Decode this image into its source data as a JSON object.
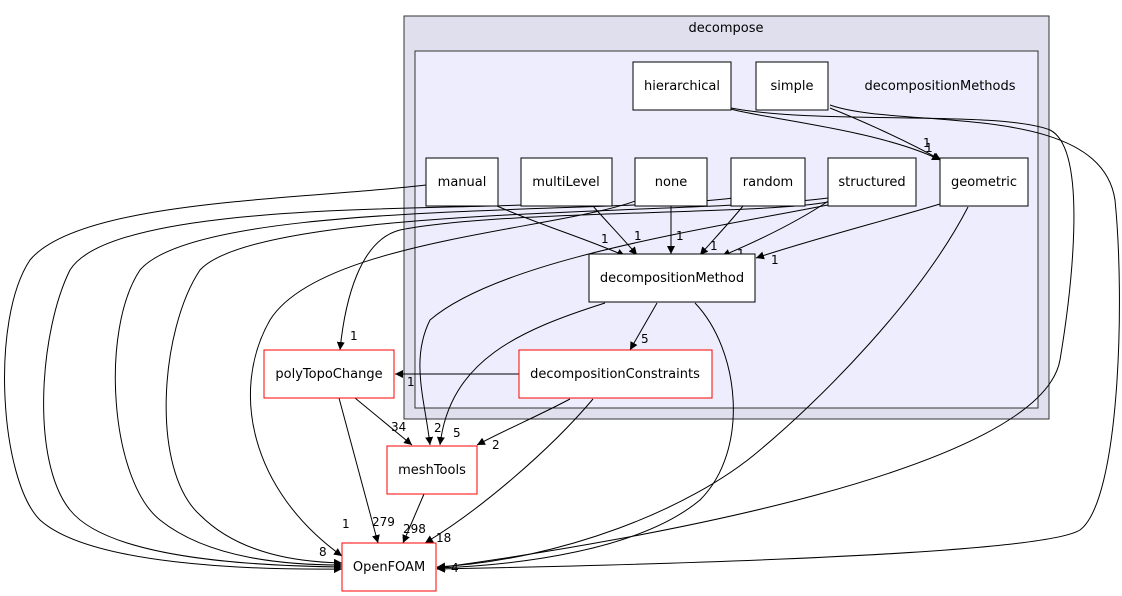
{
  "clusters": {
    "outer": {
      "label": "decompose",
      "fill": "#dfdfed",
      "stroke": "#333333"
    },
    "inner": {
      "label": "decompositionMethods",
      "fill": "#ededfd",
      "stroke": "#333333"
    }
  },
  "nodes": {
    "hierarchical": {
      "label": "hierarchical",
      "border": "#000000"
    },
    "simple": {
      "label": "simple",
      "border": "#000000"
    },
    "manual": {
      "label": "manual",
      "border": "#000000"
    },
    "multiLevel": {
      "label": "multiLevel",
      "border": "#000000"
    },
    "none": {
      "label": "none",
      "border": "#000000"
    },
    "random": {
      "label": "random",
      "border": "#000000"
    },
    "structured": {
      "label": "structured",
      "border": "#000000"
    },
    "geometric": {
      "label": "geometric",
      "border": "#000000"
    },
    "decompositionMethod": {
      "label": "decompositionMethod",
      "border": "#000000"
    },
    "decompositionConstraints": {
      "label": "decompositionConstraints",
      "border": "#ff0000"
    },
    "polyTopoChange": {
      "label": "polyTopoChange",
      "border": "#ff0000"
    },
    "meshTools": {
      "label": "meshTools",
      "border": "#ff0000"
    },
    "OpenFOAM": {
      "label": "OpenFOAM",
      "border": "#ff0000"
    }
  },
  "edge_labels": {
    "hierarchical_geometric": "1",
    "simple_geometric": "1",
    "manual_dm": "1",
    "multiLevel_dm": "1",
    "none_dm": "1",
    "random_dm": "1",
    "structured_dm": "1",
    "geometric_dm": "1",
    "structured_polyTopo": "1",
    "dm_dc": "5",
    "dc_polyTopo": "1",
    "polyTopo_meshTools": "34",
    "structured_meshTools": "2",
    "dm_meshTools": "5",
    "dc_meshTools": "2",
    "polyTopo_OpenFOAM": "279",
    "meshTools_OpenFOAM": "298",
    "dc_OpenFOAM": "18",
    "none_OpenFOAM": "1",
    "left_stack_OpenFOAM": "8",
    "right_stack_OpenFOAM": "4"
  }
}
